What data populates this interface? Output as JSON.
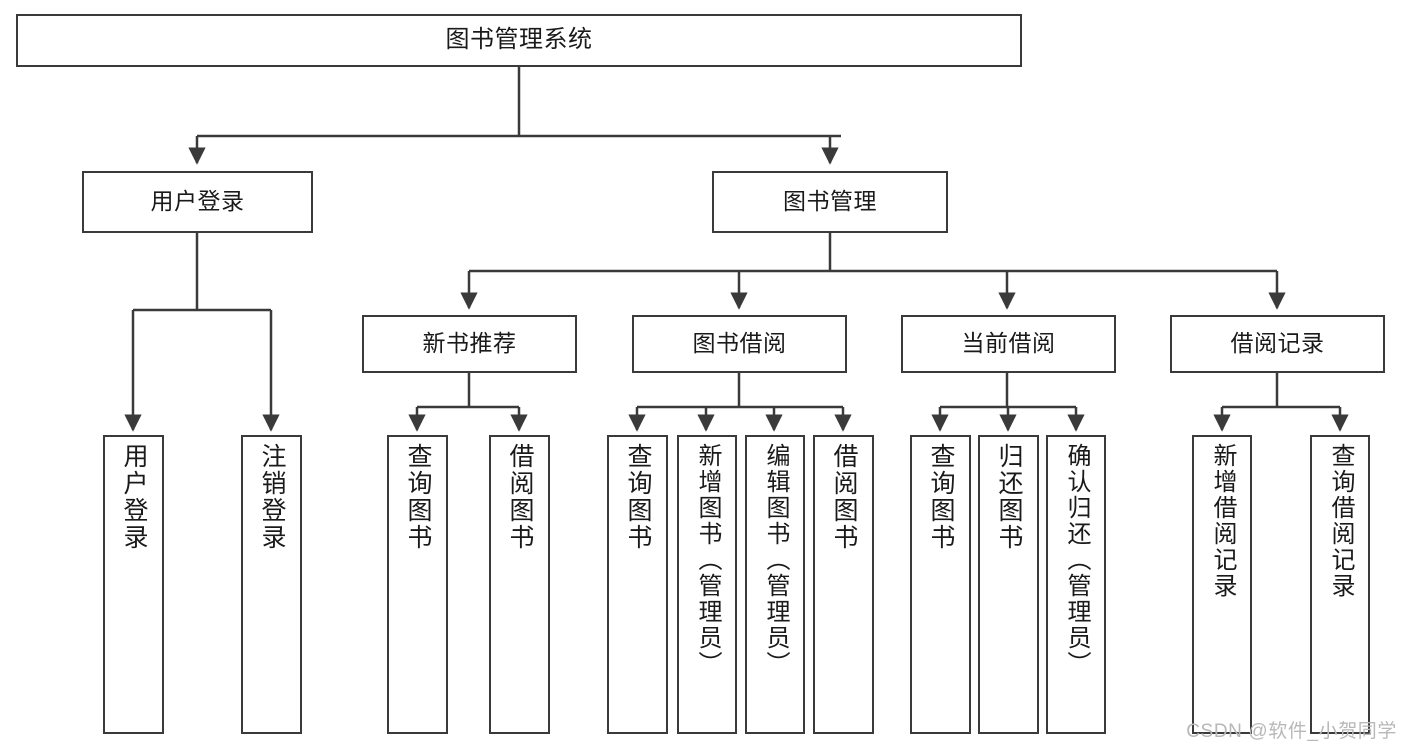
{
  "diagram": {
    "title": "图书管理系统",
    "type": "tree",
    "watermark": "CSDN @软件_小贺同学",
    "colors": {
      "stroke": "#3a3a3a",
      "fill": "#ffffff",
      "text": "#1a1a1a",
      "watermark": "#b8b8b8"
    },
    "levels": {
      "root": "图书管理系统",
      "level2": [
        "用户登录",
        "图书管理"
      ],
      "level3": [
        "新书推荐",
        "图书借阅",
        "当前借阅",
        "借阅记录"
      ]
    },
    "nodes": {
      "root": {
        "label": "图书管理系统"
      },
      "user_login": {
        "label": "用户登录"
      },
      "book_manage": {
        "label": "图书管理"
      },
      "new_book_rec": {
        "label": "新书推荐"
      },
      "book_borrow": {
        "label": "图书借阅"
      },
      "current_borrow": {
        "label": "当前借阅"
      },
      "borrow_record": {
        "label": "借阅记录"
      },
      "leaf_user_login": {
        "label": "用户登录"
      },
      "leaf_logout": {
        "label": "注销登录"
      },
      "leaf_query_book_1": {
        "label": "查询图书"
      },
      "leaf_borrow_book_1": {
        "label": "借阅图书"
      },
      "leaf_query_book_2": {
        "label": "查询图书"
      },
      "leaf_add_book": {
        "label": "新增图书（管理员）"
      },
      "leaf_edit_book": {
        "label": "编辑图书（管理员）"
      },
      "leaf_borrow_book_2": {
        "label": "借阅图书"
      },
      "leaf_query_book_3": {
        "label": "查询图书"
      },
      "leaf_return_book": {
        "label": "归还图书"
      },
      "leaf_confirm_return": {
        "label": "确认归还（管理员）"
      },
      "leaf_add_record": {
        "label": "新增借阅记录"
      },
      "leaf_query_record": {
        "label": "查询借阅记录"
      }
    },
    "edges": [
      {
        "from": "root",
        "to": "user_login"
      },
      {
        "from": "root",
        "to": "book_manage"
      },
      {
        "from": "user_login",
        "to": "leaf_user_login"
      },
      {
        "from": "user_login",
        "to": "leaf_logout"
      },
      {
        "from": "book_manage",
        "to": "new_book_rec"
      },
      {
        "from": "book_manage",
        "to": "book_borrow"
      },
      {
        "from": "book_manage",
        "to": "current_borrow"
      },
      {
        "from": "book_manage",
        "to": "borrow_record"
      },
      {
        "from": "new_book_rec",
        "to": "leaf_query_book_1"
      },
      {
        "from": "new_book_rec",
        "to": "leaf_borrow_book_1"
      },
      {
        "from": "book_borrow",
        "to": "leaf_query_book_2"
      },
      {
        "from": "book_borrow",
        "to": "leaf_add_book"
      },
      {
        "from": "book_borrow",
        "to": "leaf_edit_book"
      },
      {
        "from": "book_borrow",
        "to": "leaf_borrow_book_2"
      },
      {
        "from": "current_borrow",
        "to": "leaf_query_book_3"
      },
      {
        "from": "current_borrow",
        "to": "leaf_return_book"
      },
      {
        "from": "current_borrow",
        "to": "leaf_confirm_return"
      },
      {
        "from": "borrow_record",
        "to": "leaf_add_record"
      },
      {
        "from": "borrow_record",
        "to": "leaf_query_record"
      }
    ]
  }
}
